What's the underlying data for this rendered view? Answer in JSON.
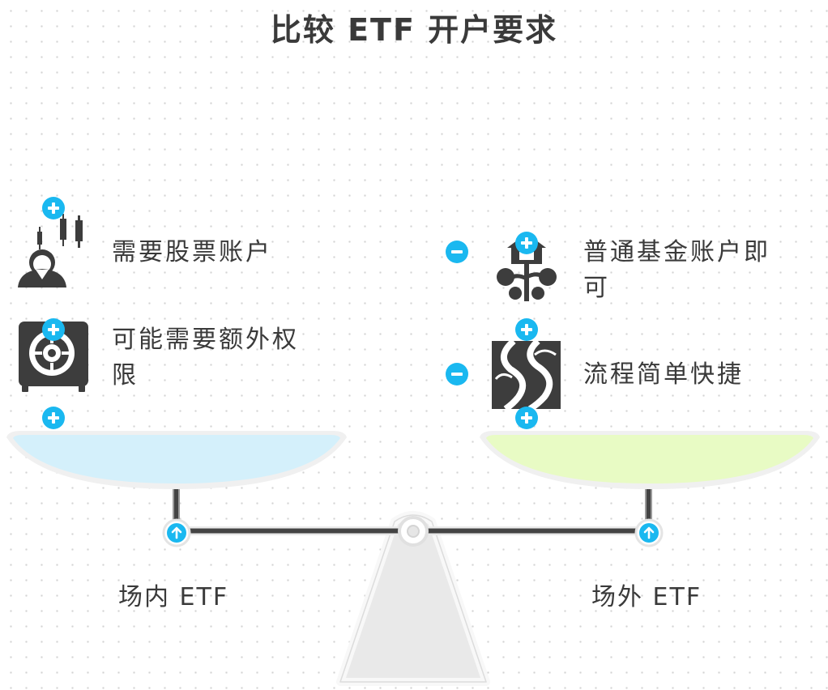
{
  "title": "比较 ETF 开户要求",
  "left": {
    "name": "场内 ETF",
    "pan_color": "#d4f0fb",
    "items": [
      {
        "text": "需要股票账户",
        "icon": "investor-chart-icon"
      },
      {
        "text": "可能需要额外权限",
        "icon": "safe-vault-icon"
      }
    ]
  },
  "right": {
    "name": "场外 ETF",
    "pan_color": "#e8fbc4",
    "items": [
      {
        "text": "普通基金账户即可",
        "icon": "money-tree-icon"
      },
      {
        "text": "流程简单快捷",
        "icon": "winding-road-icon"
      }
    ]
  },
  "colors": {
    "connector": "#1ab8f0",
    "icon": "#3d3d3d",
    "text": "#3a3a3a"
  }
}
